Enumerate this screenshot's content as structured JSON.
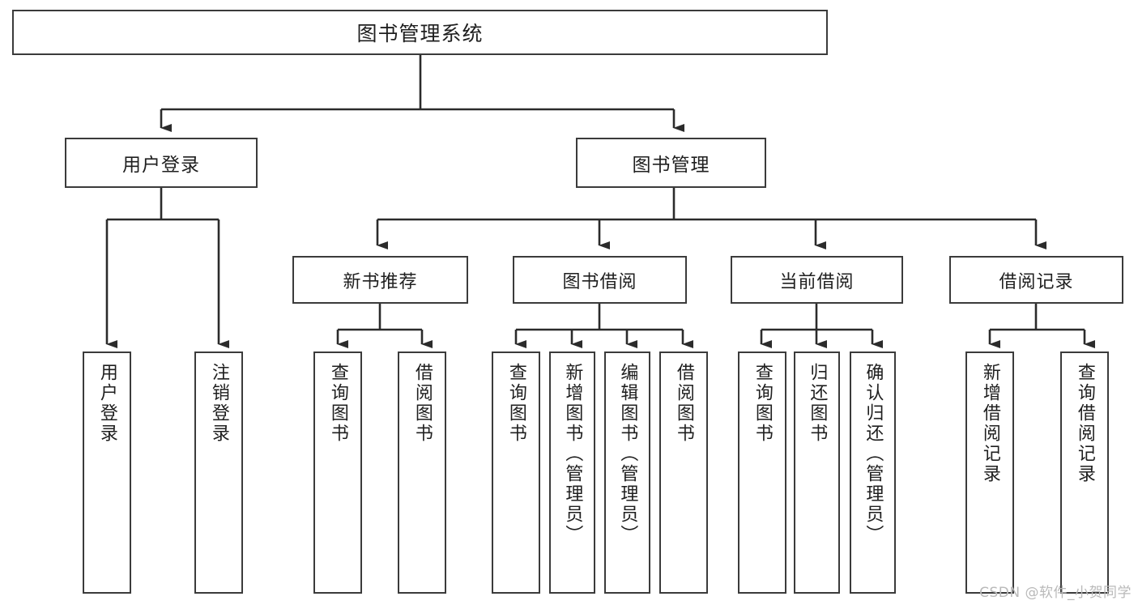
{
  "diagram": {
    "title": "图书管理系统",
    "type": "tree",
    "orientation": "top-down",
    "watermark": "CSDN @软件_小贺同学",
    "colors": {
      "background": "#ffffff",
      "node_border": "#3b3b3b",
      "node_fill": "#ffffff",
      "edge": "#2b2b2b",
      "text": "#1f1f1f",
      "watermark": "#b9b9b9"
    },
    "root": {
      "label": "图书管理系统"
    },
    "level1": [
      {
        "label": "用户登录"
      },
      {
        "label": "图书管理"
      }
    ],
    "level2": [
      {
        "label": "新书推荐",
        "parent": "图书管理"
      },
      {
        "label": "图书借阅",
        "parent": "图书管理"
      },
      {
        "label": "当前借阅",
        "parent": "图书管理"
      },
      {
        "label": "借阅记录",
        "parent": "图书管理"
      }
    ],
    "leaves": {
      "user_login": [
        {
          "label": "用户登录"
        },
        {
          "label": "注销登录"
        }
      ],
      "new_book": [
        {
          "label": "查询图书"
        },
        {
          "label": "借阅图书"
        }
      ],
      "book_borrow": [
        {
          "label": "查询图书"
        },
        {
          "label": "新增图书（管理员）"
        },
        {
          "label": "编辑图书（管理员）"
        },
        {
          "label": "借阅图书"
        }
      ],
      "current_borrow": [
        {
          "label": "查询图书"
        },
        {
          "label": "归还图书"
        },
        {
          "label": "确认归还（管理员）"
        }
      ],
      "borrow_record": [
        {
          "label": "新增借阅记录"
        },
        {
          "label": "查询借阅记录"
        }
      ]
    }
  }
}
